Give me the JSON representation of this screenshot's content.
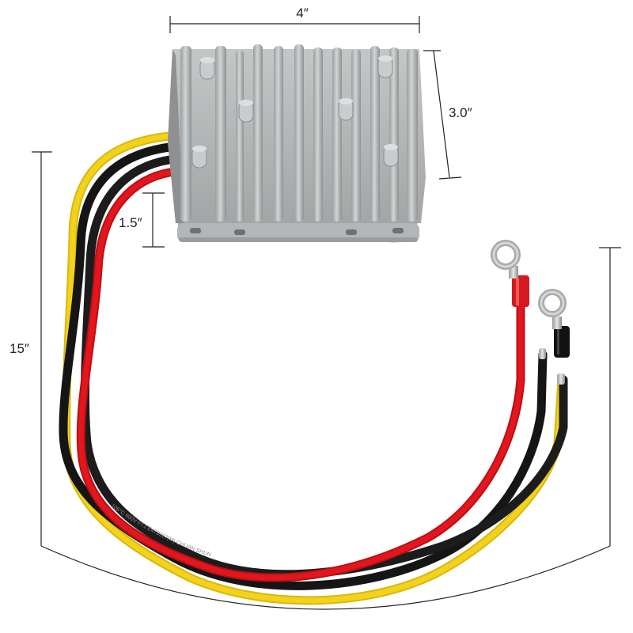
{
  "dimensions": {
    "width_label": "4″",
    "depth_label": "3.0″",
    "height_label": "1.5″",
    "cable_length_label": "15″"
  },
  "wires": {
    "colors": {
      "yellow": "#f2d21b",
      "black": "#151515",
      "red": "#e3161d"
    }
  },
  "cable_print": {
    "text": "105°C 600V FT1 E473367(M) CHUAN SHUN"
  },
  "housing": {
    "color": "#b9bbbc",
    "shade_color": "#8e9091"
  }
}
